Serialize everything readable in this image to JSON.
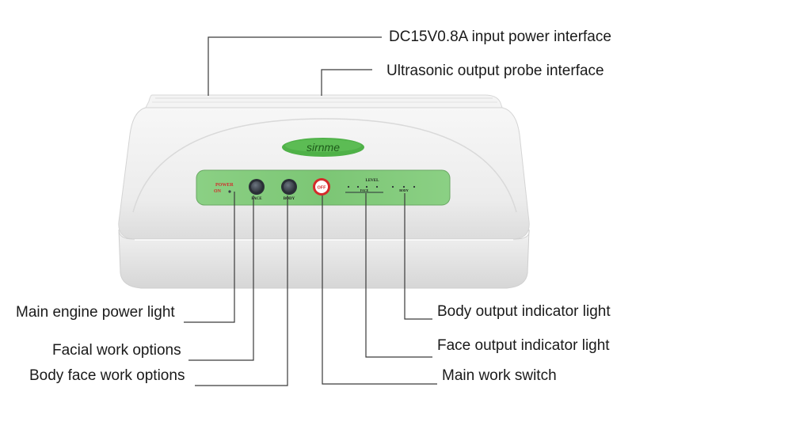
{
  "device": {
    "brand": "sirnme",
    "power_label": "POWER",
    "on_label": "ON",
    "level_label": "LEVEL",
    "face_label": "FACE",
    "body_label": "BODY",
    "off_label": "OFF",
    "panel_face_label": "FACE",
    "panel_body_label": "BODY",
    "colors": {
      "shell": "#ececec",
      "panel_green": "#7fc878",
      "logo_green": "#4fb148",
      "power_red": "#d42a2a",
      "button_dark": "#3a4048"
    }
  },
  "callouts": {
    "dc_input": "DC15V0.8A input power interface",
    "ultrasonic": "Ultrasonic output probe interface",
    "power_light": "Main engine power light",
    "facial_options": "Facial work options",
    "body_face_options": "Body face work options",
    "body_indicator": "Body output indicator light",
    "face_indicator": "Face output indicator light",
    "main_switch": "Main work switch"
  }
}
